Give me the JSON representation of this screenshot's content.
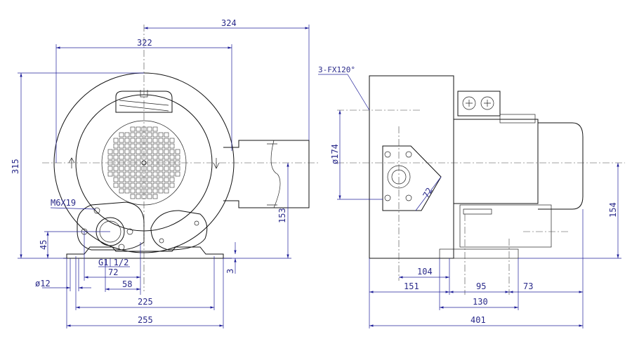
{
  "drawing": {
    "front_view": {
      "dim_324": "324",
      "dim_322": "322",
      "dim_315": "315",
      "dim_153": "153",
      "dim_45": "45",
      "dim_3": "3",
      "dim_72_bottom": "72",
      "dim_58": "58",
      "dim_225": "225",
      "dim_255": "255",
      "dia_12": "ø12",
      "thread_m6": "M6X19",
      "thread_g": "G1 1/2"
    },
    "side_view": {
      "flange_label": "3-FX120°",
      "dia_174": "ø174",
      "angle_72": "72",
      "dim_154": "154",
      "dim_104": "104",
      "dim_151": "151",
      "dim_95": "95",
      "dim_73": "73",
      "dim_130": "130",
      "dim_401": "401"
    }
  }
}
